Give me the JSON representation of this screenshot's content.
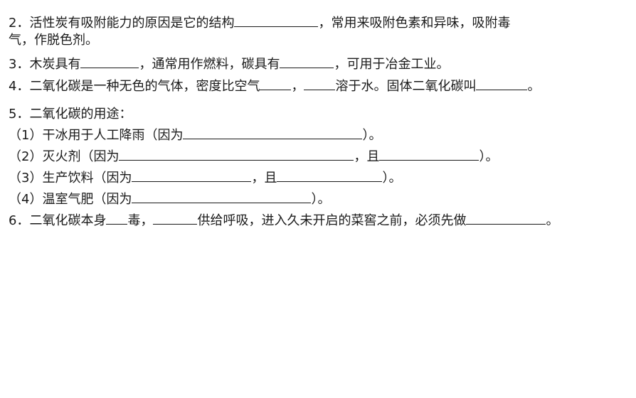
{
  "q2": {
    "num": "2",
    "a": "．活性炭有吸附能力的原因是它的结构",
    "b": "，常用来吸附色素和异味，吸附毒",
    "c": "气，作脱色剂。"
  },
  "q3": {
    "num": "3",
    "a": "．木炭具有",
    "b": "，通常用作燃料，碳具有",
    "c": "，可用于冶金工业。"
  },
  "q4": {
    "num": "4",
    "a": "．二氧化碳是一种无色的气体，密度比空气",
    "b": "，",
    "c": "溶于水。固体二氧化碳叫",
    "d": "。"
  },
  "q5": {
    "num": "5",
    "a": "．二氧化碳的用途：",
    "s1": {
      "a": "（1）干冰用于人工降雨（因为",
      "b": "）。"
    },
    "s2": {
      "a": "（2）灭火剂（因为",
      "b": "，且",
      "c": "）。"
    },
    "s3": {
      "a": "（3）生产饮料（因为",
      "b": "，且",
      "c": "）。"
    },
    "s4": {
      "a": "（4）温室气肥（因为",
      "b": "）。"
    }
  },
  "q6": {
    "num": "6",
    "a": "．二氧化碳本身",
    "b": "毒，",
    "c": "供给呼吸，进入久未开启的菜窖之前，必须先做",
    "d": "。"
  }
}
